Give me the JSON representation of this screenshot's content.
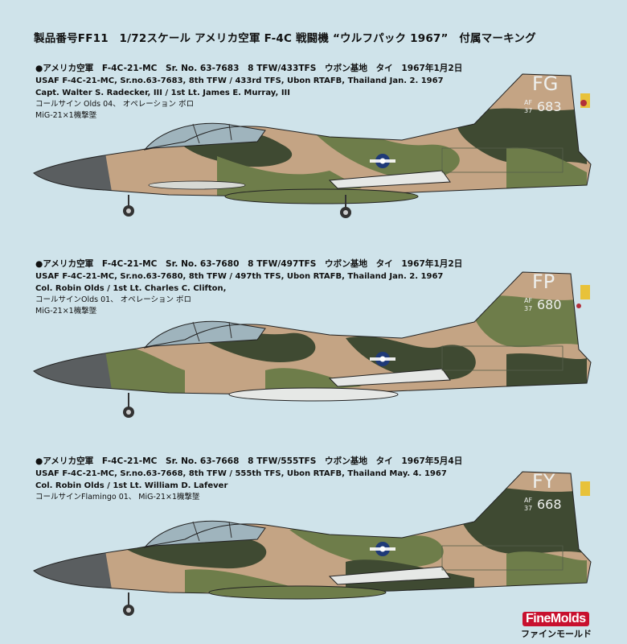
{
  "title": "製品番号FF11　1/72スケール アメリカ空軍 F-4C 戦闘機 “ウルフパック 1967”　付属マーキング",
  "markings": [
    {
      "line1": "●アメリカ空軍　F-4C-21-MC　Sr. No. 63-7683　8 TFW/433TFS　ウボン基地　タイ　1967年1月2日",
      "line2": "USAF F-4C-21-MC, Sr.no.63-7683, 8th TFW / 433rd TFS, Ubon RTAFB, Thailand  Jan. 2. 1967",
      "line3": "Capt. Walter S. Radecker, III / 1st Lt. James E. Murray, III",
      "line4": "コールサイン Olds 04、 オペレーション ボロ",
      "line5": "MiG-21×1機撃墜",
      "tail_code": "FG",
      "tail_number": "683",
      "tail_af": "AF",
      "tail_year": "37"
    },
    {
      "line1": "●アメリカ空軍　F-4C-21-MC　Sr. No. 63-7680　8 TFW/497TFS　ウボン基地　タイ　1967年1月2日",
      "line2": "USAF F-4C-21-MC, Sr.no.63-7680, 8th TFW / 497th TFS, Ubon RTAFB, Thailand  Jan. 2. 1967",
      "line3": "Col. Robin Olds / 1st Lt. Charles C. Clifton,",
      "line4": "コールサインOlds 01、 オペレーション ボロ",
      "line5": "MiG-21×1機撃墜",
      "tail_code": "FP",
      "tail_number": "680",
      "tail_af": "AF",
      "tail_year": "37"
    },
    {
      "line1": "●アメリカ空軍　F-4C-21-MC　Sr. No. 63-7668　8 TFW/555TFS　ウボン基地　タイ　1967年5月4日",
      "line2": "USAF F-4C-21-MC, Sr.no.63-7668, 8th TFW / 555th TFS, Ubon RTAFB, Thailand May. 4. 1967",
      "line3": "Col. Robin Olds / 1st Lt. William D. Lafever",
      "line4": "コールサインFlamingo  01、 MiG-21×1機撃墜",
      "line5": "",
      "tail_code": "FY",
      "tail_number": "668",
      "tail_af": "AF",
      "tail_year": "37"
    }
  ],
  "logo": {
    "brand": "FineMolds",
    "kana": "ファインモールド"
  },
  "colors": {
    "background": "#cfe3ea",
    "camo_tan": "#c4a484",
    "camo_green_dark": "#3f4a32",
    "camo_green_light": "#6e7d4a",
    "underside": "#e6e8e6",
    "nose_gray": "#5a5e60",
    "logo_red": "#c8102e"
  }
}
